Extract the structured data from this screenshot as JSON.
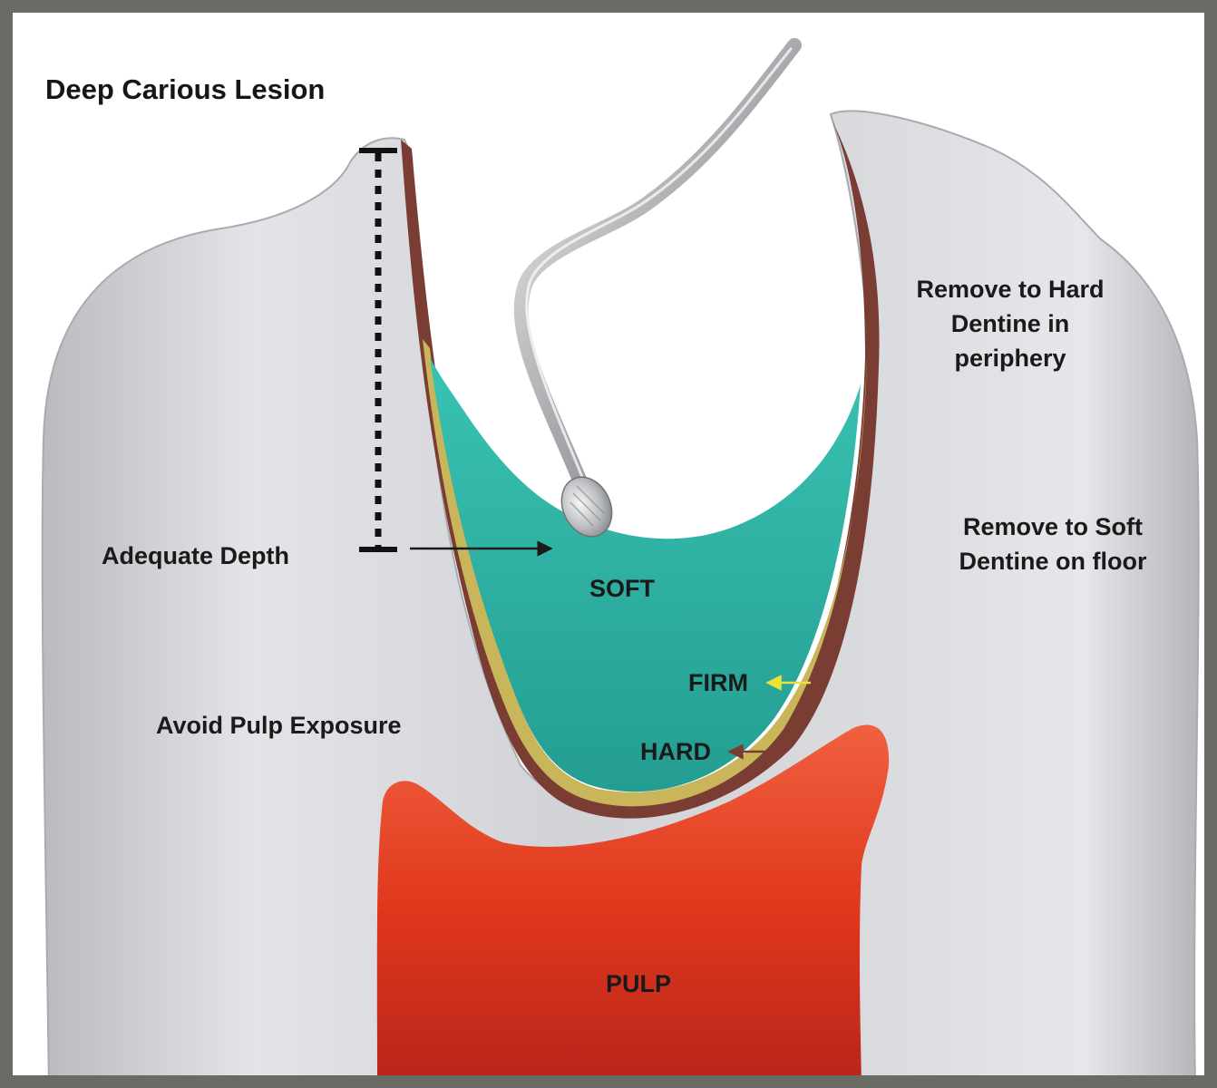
{
  "title": "Deep Carious Lesion",
  "labels": {
    "adequate_depth": "Adequate Depth",
    "avoid_pulp": "Avoid Pulp Exposure",
    "remove_hard": "Remove to Hard Dentine in periphery",
    "remove_soft": "Remove to Soft Dentine on floor",
    "soft": "SOFT",
    "firm": "FIRM",
    "hard": "HARD",
    "pulp": "PULP"
  },
  "colors": {
    "frame": "#6b6b66",
    "tooth": "#d4d5d8",
    "soft_dentine": "#2fb3a4",
    "firm_layer": "#c9b65a",
    "hard_layer": "#7a3d33",
    "pulp": "#e0381c",
    "firm_arrow": "#e8e23a",
    "hard_arrow": "#7a3d33"
  }
}
